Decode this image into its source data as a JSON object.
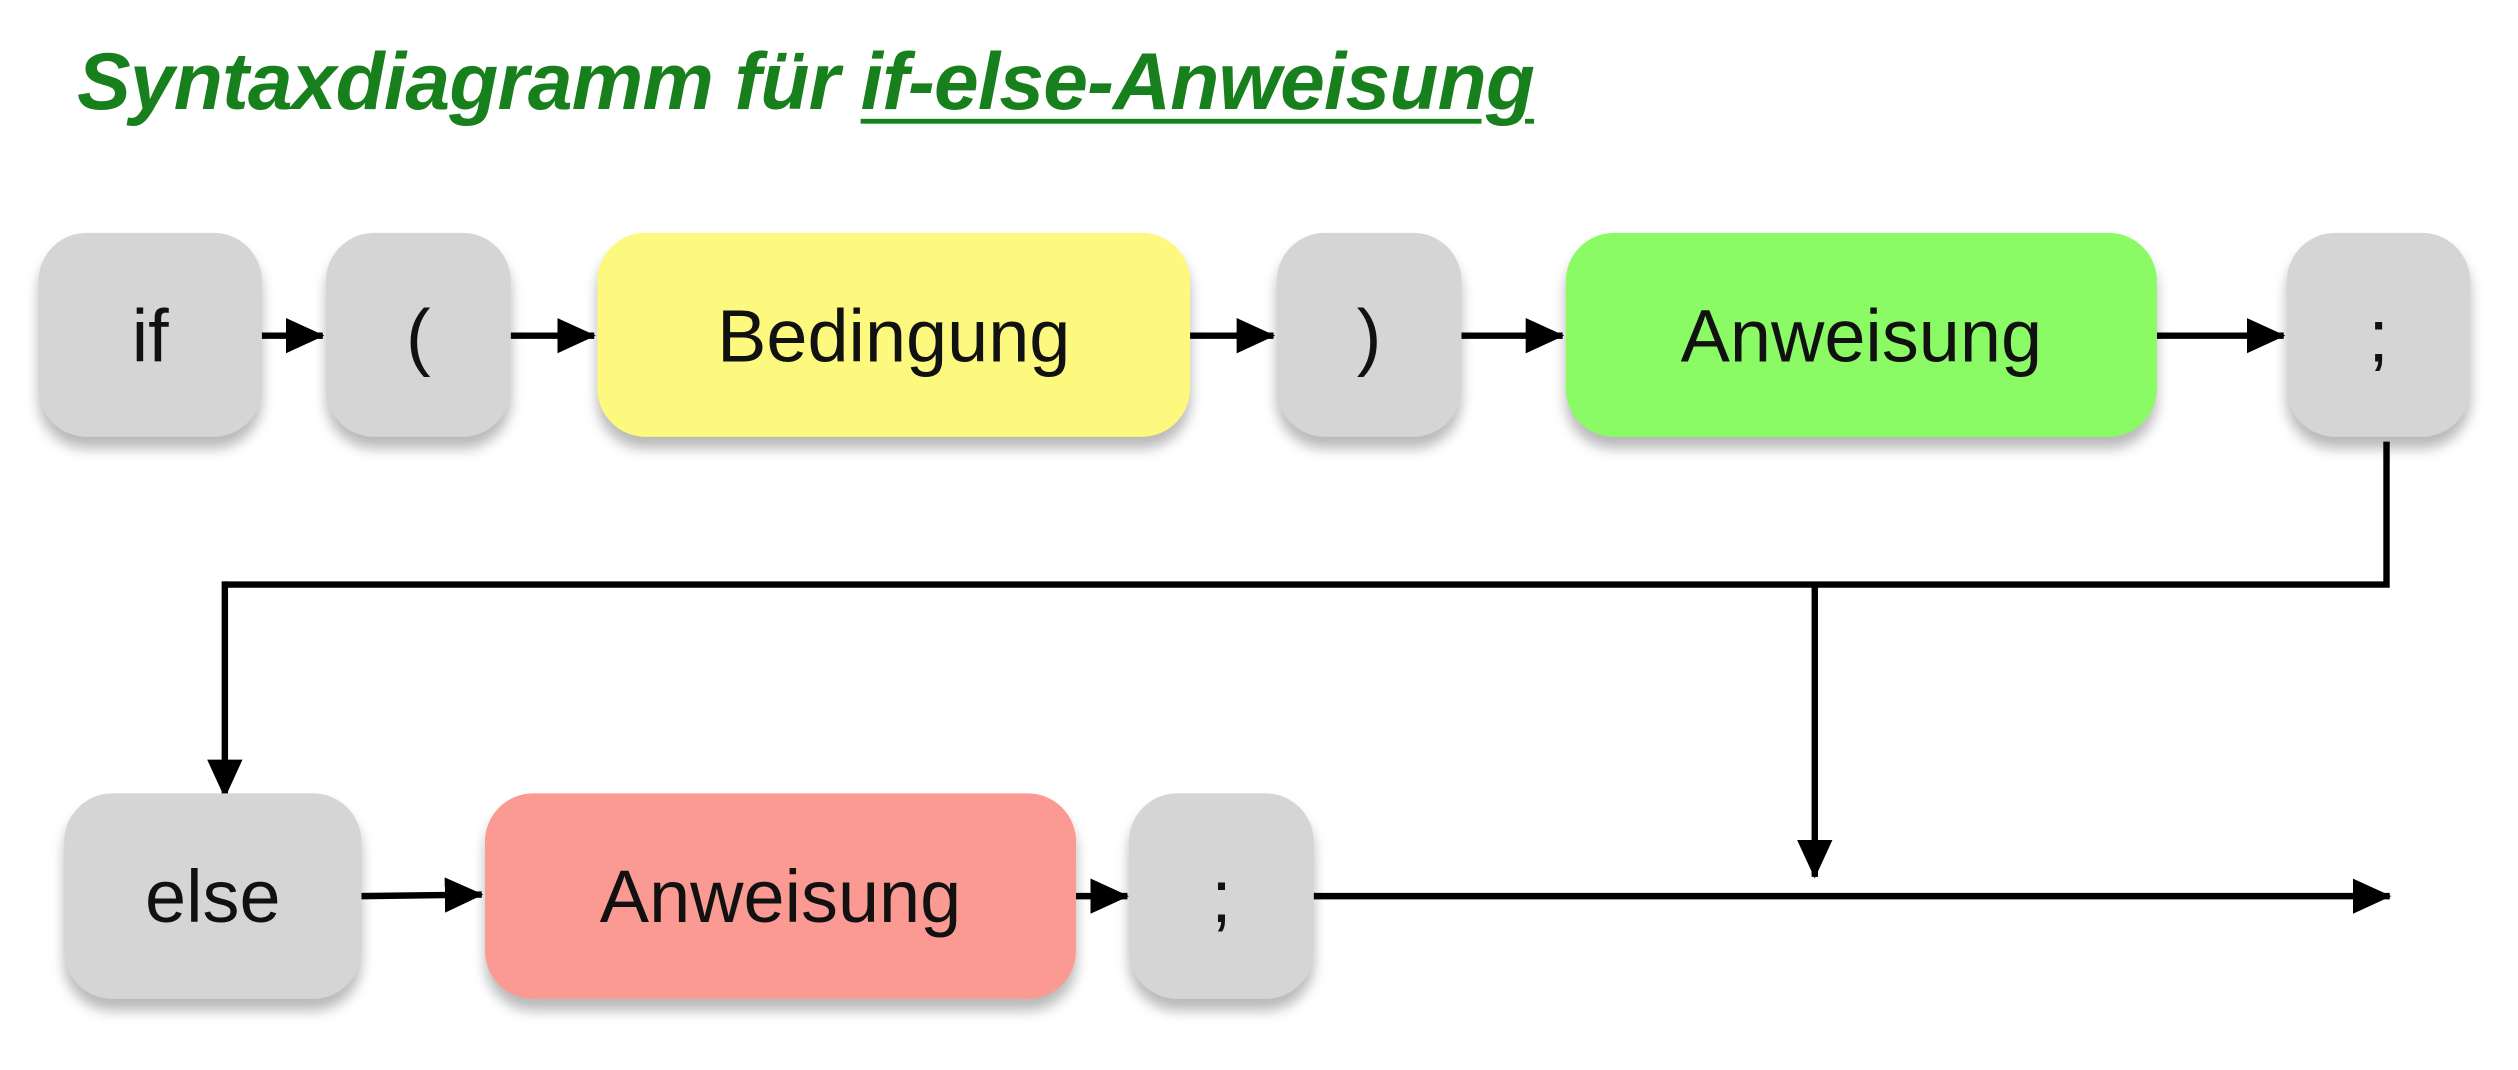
{
  "title": {
    "prefix": "Syntaxdiagramm für ",
    "subject": "if-else-Anweisung"
  },
  "row1": [
    {
      "label": "if",
      "kind": "terminal"
    },
    {
      "label": "(",
      "kind": "terminal"
    },
    {
      "label": "Bedingung",
      "kind": "nonterminal",
      "color": "#fdf97e"
    },
    {
      "label": ")",
      "kind": "terminal"
    },
    {
      "label": "Anweisung",
      "kind": "nonterminal",
      "color": "#8afb64"
    },
    {
      "label": ";",
      "kind": "terminal"
    }
  ],
  "row2": [
    {
      "label": "else",
      "kind": "terminal"
    },
    {
      "label": "Anweisung",
      "kind": "nonterminal",
      "color": "#fb9a92"
    },
    {
      "label": ";",
      "kind": "terminal"
    }
  ],
  "colors": {
    "title": "#17801c",
    "terminal": "#d6d5d6"
  }
}
